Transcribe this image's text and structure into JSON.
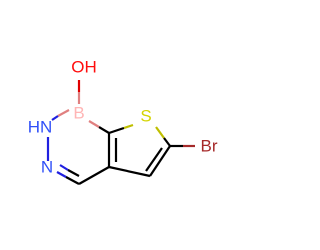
{
  "molecule": {
    "atoms": {
      "oh": {
        "label": "OH",
        "color": "#ff0d0d"
      },
      "b": {
        "label": "B",
        "color": "#ffb5b5"
      },
      "hn": {
        "label": "HN",
        "color": "#3050f8"
      },
      "n": {
        "label": "N",
        "color": "#3050f8"
      },
      "s": {
        "label": "S",
        "color": "#d4d400"
      },
      "br": {
        "label": "Br",
        "color": "#a62929"
      }
    }
  }
}
